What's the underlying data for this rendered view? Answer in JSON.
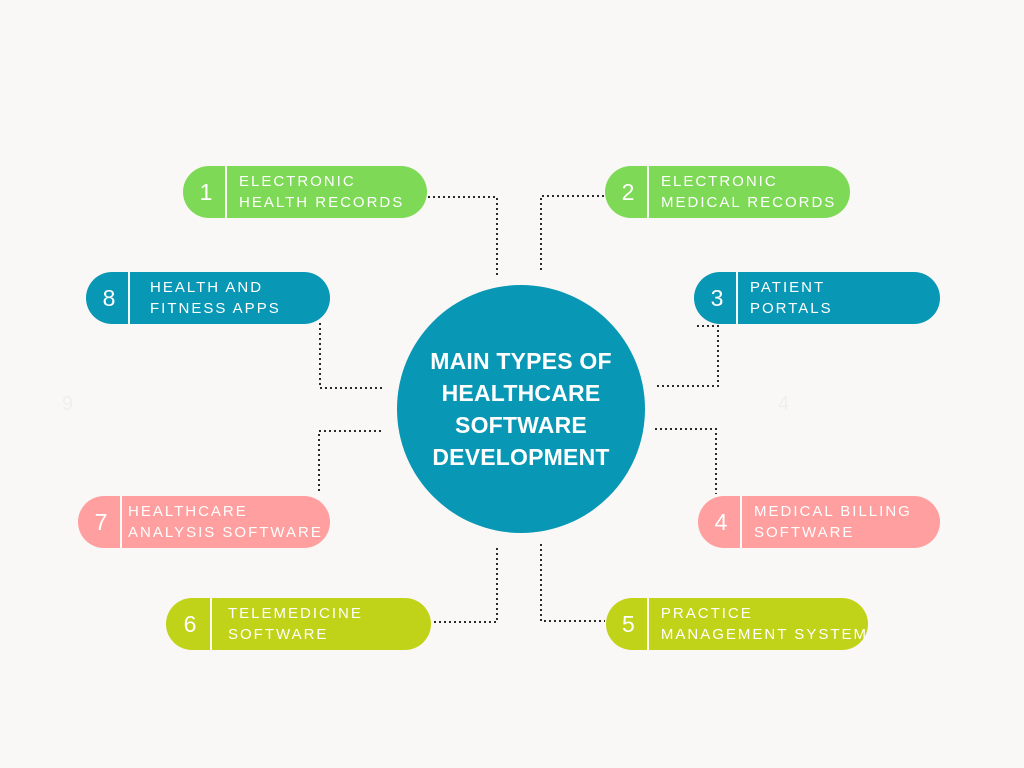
{
  "center": {
    "title": "MAIN TYPES OF HEALTHCARE SOFTWARE DEVELOPMENT"
  },
  "items": [
    {
      "number": "1",
      "line1": "ELECTRONIC",
      "line2": "HEALTH RECORDS"
    },
    {
      "number": "2",
      "line1": "ELECTRONIC",
      "line2": "MEDICAL RECORDS"
    },
    {
      "number": "3",
      "line1": "PATIENT",
      "line2": "PORTALS"
    },
    {
      "number": "4",
      "line1": "MEDICAL BILLING",
      "line2": "SOFTWARE"
    },
    {
      "number": "5",
      "line1": "PRACTICE",
      "line2": "MANAGEMENT SYSTEM"
    },
    {
      "number": "6",
      "line1": "TELEMEDICINE",
      "line2": "SOFTWARE"
    },
    {
      "number": "7",
      "line1": "HEALTHCARE",
      "line2": "ANALYSIS SOFTWARE"
    },
    {
      "number": "8",
      "line1": "HEALTH AND",
      "line2": "FITNESS APPS"
    }
  ],
  "faint_numbers": {
    "left": "9",
    "right": "4"
  },
  "colors": {
    "background": "#faf8f6",
    "hub": "#0897b4",
    "green": "#7ed957",
    "teal": "#0897b4",
    "pink": "#ff9f9f",
    "lime": "#c1d318",
    "connector": "#2b2b2b"
  }
}
